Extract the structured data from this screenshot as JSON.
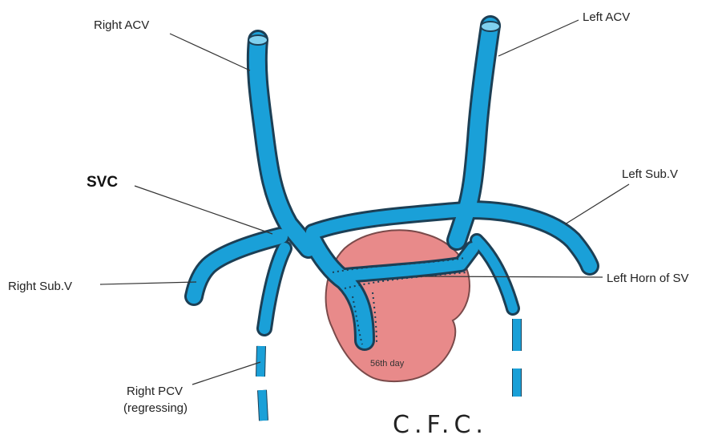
{
  "diagram": {
    "labels": {
      "right_acv": "Right ACV",
      "left_acv": "Left ACV",
      "svc": "SVC",
      "left_sub_v": "Left Sub.V",
      "right_sub_v": "Right Sub.V",
      "left_horn_sv": "Left Horn of SV",
      "right_pcv_line1": "Right PCV",
      "right_pcv_line2": "(regressing)",
      "heart_day": "56th day"
    },
    "signature": "C.F.C.",
    "colors": {
      "vein": "#1aa0d8",
      "vein_outline": "#1c3f55",
      "heart": "#e88a8a",
      "heart_outline": "#7a4a4a"
    }
  }
}
